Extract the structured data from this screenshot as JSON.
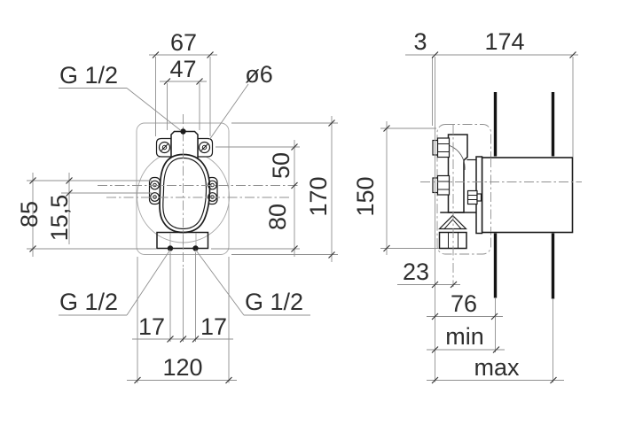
{
  "drawing": {
    "left_view": {
      "dim_width_outer": "67",
      "dim_width_inner": "47",
      "label_screw_diameter": "ø6",
      "label_thread_top": "G 1/2",
      "dim_left_height": "85",
      "dim_left_offset": "15,5",
      "dim_depth_upper": "50",
      "dim_depth_lower": "80",
      "dim_height_overall": "170",
      "label_thread_bottom_left": "G 1/2",
      "label_thread_bottom_right": "G 1/2",
      "dim_port_left": "17",
      "dim_port_right": "17",
      "dim_width_overall": "120"
    },
    "right_view": {
      "dim_face_offset": "3",
      "dim_length": "174",
      "dim_height": "150",
      "dim_outlet_offset": "23",
      "dim_wall_min": "76",
      "label_min": "min",
      "label_max": "max"
    },
    "colors": {
      "background": "#ffffff",
      "outline": "#1c1c1c",
      "dimension_lines": "#8f8f8f",
      "text": "#2e2e2e",
      "wall_section": "#141414"
    }
  }
}
